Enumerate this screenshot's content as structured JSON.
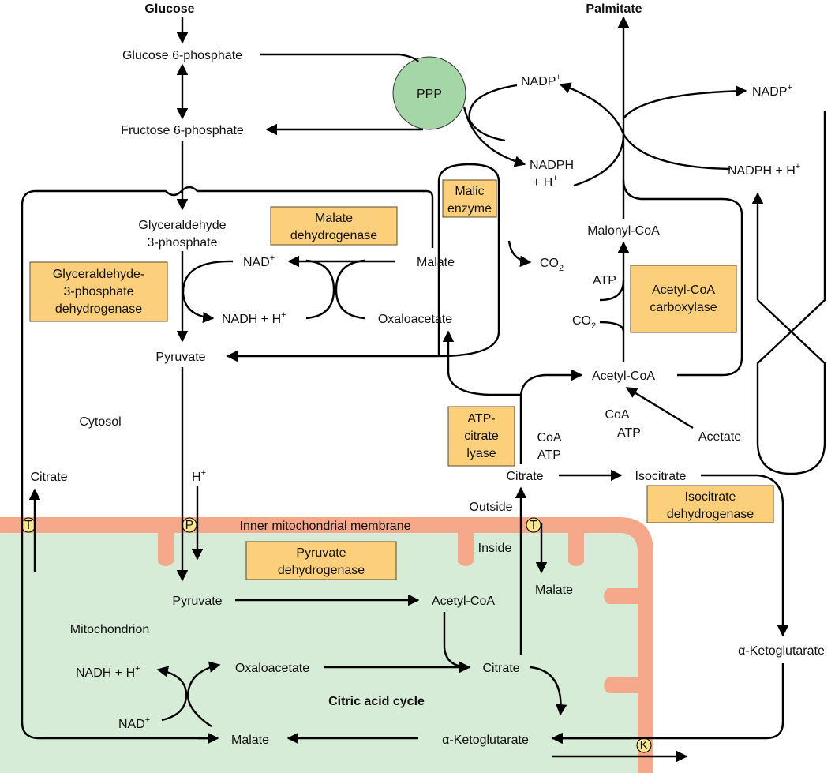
{
  "title_left": "Glucose",
  "title_right": "Palmitate",
  "compartments": {
    "cytosol": "Cytosol",
    "mitochondrion": "Mitochondrion",
    "membrane": "Inner mitochondrial membrane",
    "outside": "Outside",
    "inside": "Inside",
    "cycle": "Citric acid cycle"
  },
  "metabolites": {
    "g6p": "Glucose 6-phosphate",
    "f6p": "Fructose 6-phosphate",
    "gap1": "Glyceraldehyde",
    "gap2": "3-phosphate",
    "nad_c": "NAD",
    "nadh_c": "NADH + H",
    "pyruvate_c": "Pyruvate",
    "malate_c": "Malate",
    "oaa_c": "Oxaloacetate",
    "nadp_top": "NADP",
    "nadph_mid_1": "NADPH",
    "nadph_mid_2": "+ H",
    "co2_malic": "CO",
    "nadp_right": "NADP",
    "nadph_right": "NADPH + H",
    "malonyl": "Malonyl-CoA",
    "atp_acc": "ATP",
    "co2_acc": "CO",
    "acetylcoa_c": "Acetyl-CoA",
    "coa_1": "CoA",
    "atp_1": "ATP",
    "acetate": "Acetate",
    "coa_2": "CoA",
    "atp_2": "ATP",
    "citrate_c": "Citrate",
    "isocitrate": "Isocitrate",
    "akg_c": "α-Ketoglutarate",
    "citrate_left": "Citrate",
    "hplus": "H",
    "malate_mito_out": "Malate",
    "pyruvate_m": "Pyruvate",
    "acetylcoa_m": "Acetyl-CoA",
    "oaa_m": "Oxaloacetate",
    "citrate_m": "Citrate",
    "nadh_m": "NADH + H",
    "nad_m": "NAD",
    "malate_m": "Malate",
    "akg_m": "α-Ketoglutarate"
  },
  "enzymes": {
    "ppp": "PPP",
    "mdh_1": "Malate",
    "mdh_2": "dehydrogenase",
    "gapdh_1": "Glyceraldehyde-",
    "gapdh_2": "3-phosphate",
    "gapdh_3": "dehydrogenase",
    "malic_1": "Malic",
    "malic_2": "enzyme",
    "acc_1": "Acetyl-CoA",
    "acc_2": "carboxylase",
    "acl_1": "ATP-",
    "acl_2": "citrate",
    "acl_3": "lyase",
    "idh_1": "Isocitrate",
    "idh_2": "dehydrogenase",
    "pdh_1": "Pyruvate",
    "pdh_2": "dehydrogenase"
  },
  "transporters": {
    "t_left": "T",
    "p_mid": "P",
    "t_right": "T",
    "k_bottom": "K"
  },
  "superscripts": {
    "plus": "+",
    "two": "2"
  },
  "colors": {
    "membrane": "#f6a98a",
    "mito": "#d6ecd6",
    "enzyme_box": "#fcd07a",
    "ppp": "#a5d6a7",
    "transporter": "#fce68a"
  }
}
